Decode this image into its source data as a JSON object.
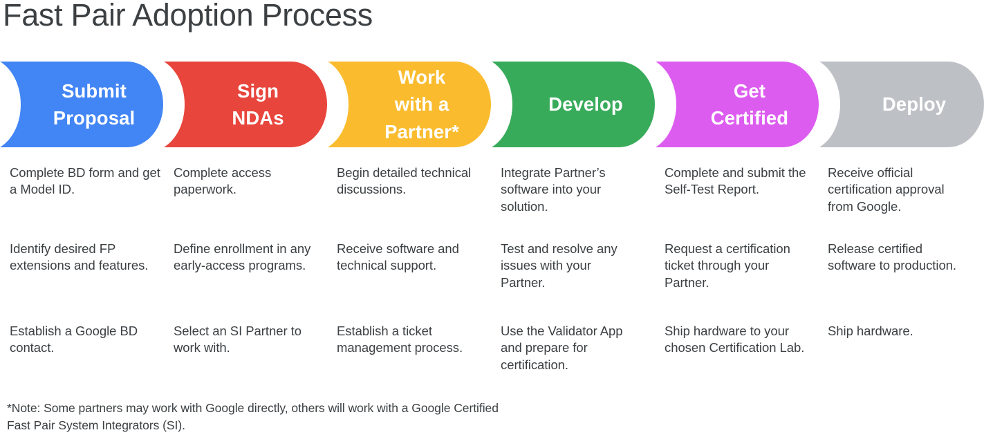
{
  "page": {
    "title": "Fast Pair Adoption Process",
    "background_color": "#ffffff",
    "text_color": "#3c4043"
  },
  "stages": [
    {
      "id": "submit-proposal",
      "label": "Submit\nProposal",
      "color": "#4285f4",
      "items": [
        "Complete BD form and get a Model ID.",
        "Identify desired FP extensions and features.",
        "Establish a Google BD contact."
      ]
    },
    {
      "id": "sign-ndas",
      "label": "Sign\nNDAs",
      "color": "#e8453c",
      "items": [
        "Complete access paperwork.",
        "Define enrollment in any early-access programs.",
        "Select an SI Partner to work with."
      ]
    },
    {
      "id": "work-with-a-partner",
      "label": "Work\nwith a\nPartner*",
      "color": "#fabc2e",
      "items": [
        "Begin detailed technical discussions.",
        "Receive software and technical support.",
        "Establish a ticket management process."
      ]
    },
    {
      "id": "develop",
      "label": "Develop",
      "color": "#38ab5b",
      "items": [
        "Integrate Partner’s software into your solution.",
        "Test and resolve any issues with your Partner.",
        "Use the Validator App and prepare for certification."
      ]
    },
    {
      "id": "get-certified",
      "label": "Get\nCertified",
      "color": "#dd5cf0",
      "items": [
        "Complete and submit the Self-Test Report.",
        "Request a certification ticket through your Partner.",
        "Ship hardware to your chosen Certification Lab."
      ]
    },
    {
      "id": "deploy",
      "label": "Deploy",
      "color": "#bdc1c6",
      "items": [
        "Receive official certification approval from Google.",
        "Release certified software to production.",
        "Ship hardware."
      ]
    }
  ],
  "footnote": "*Note: Some partners may work with Google directly, others will work with a Google Certified Fast Pair System Integrators (SI)."
}
